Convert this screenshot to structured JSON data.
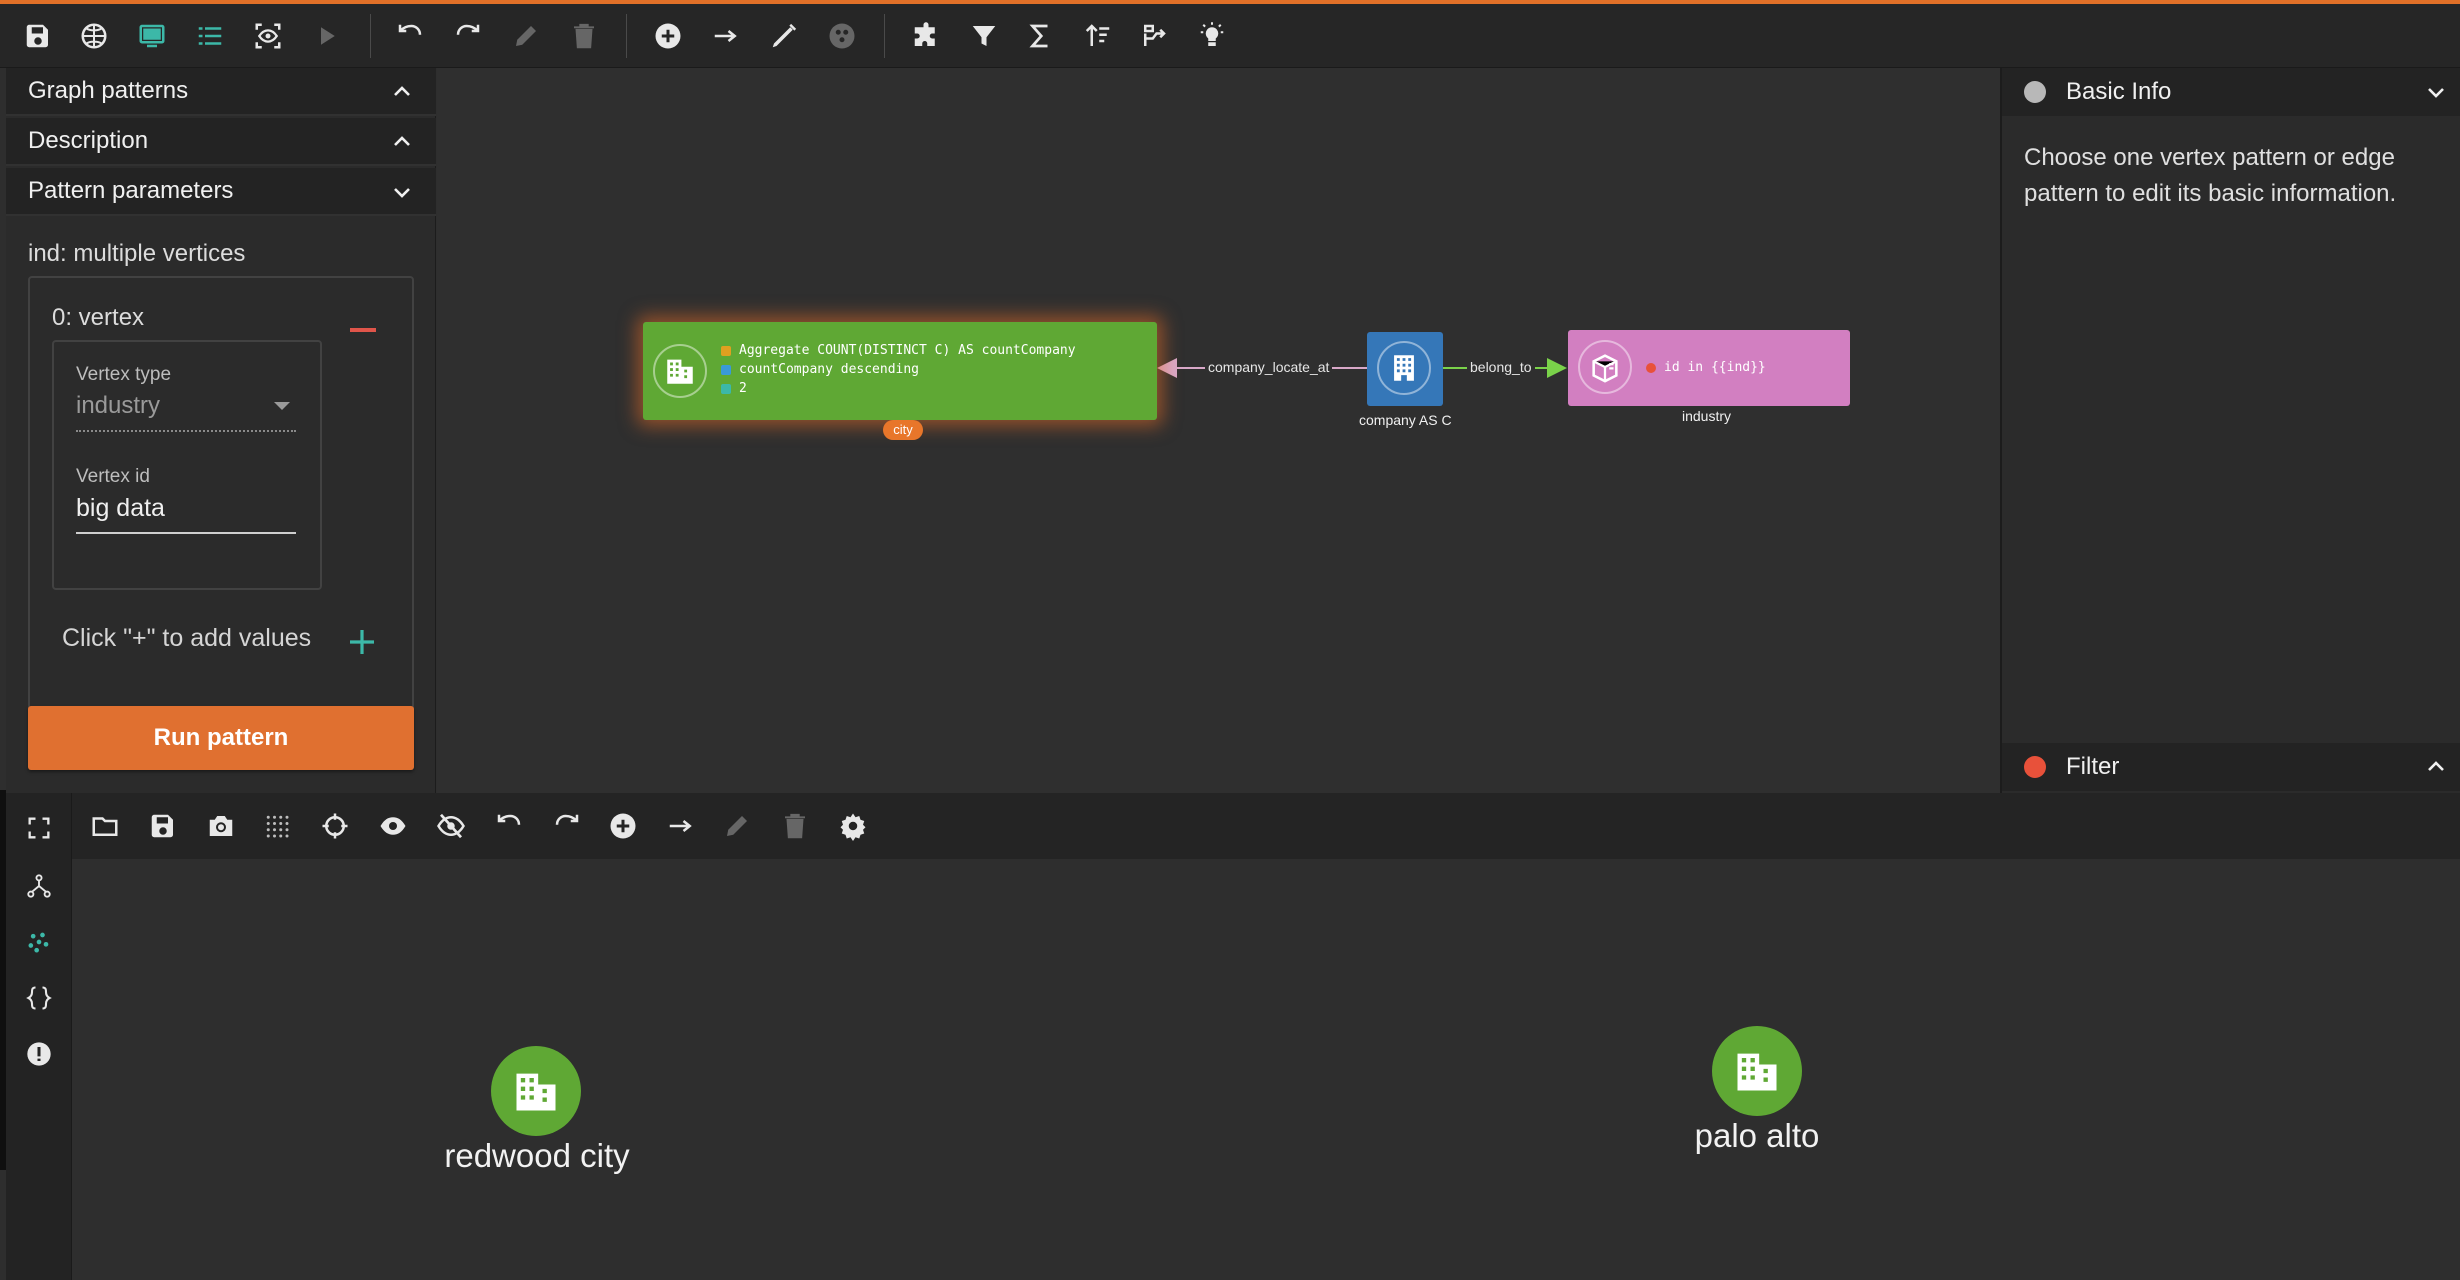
{
  "toolbar": {
    "buttons": [
      "save-icon",
      "globe-icon",
      "monitor-icon",
      "list-icon",
      "eye-scan-icon",
      "play-icon",
      "undo-icon",
      "redo-icon",
      "pencil-icon",
      "trash-icon",
      "add-circle-icon",
      "arrow-right-icon",
      "edit-line-icon",
      "tokens-icon",
      "puzzle-icon",
      "filter-icon",
      "sigma-icon",
      "sort-icon",
      "split-icon",
      "bulb-icon"
    ]
  },
  "left_panel": {
    "sections": {
      "graph_patterns": "Graph patterns",
      "description": "Description",
      "pattern_parameters": "Pattern parameters"
    },
    "param_name": "ind: multiple vertices",
    "vertex_item": "0: vertex",
    "vertex_type_label": "Vertex type",
    "vertex_type_value": "industry",
    "vertex_id_label": "Vertex id",
    "vertex_id_value": "big data",
    "add_hint": "Click \"+\" to add values",
    "run_button": "Run pattern"
  },
  "canvas": {
    "agg_node": {
      "line1": "Aggregate COUNT(DISTINCT C) AS countCompany",
      "line2": "countCompany descending",
      "line3": "2",
      "tag": "city",
      "color": "#5fa834"
    },
    "edge1_label": "company_locate_at",
    "company_node": {
      "caption": "company AS C",
      "color": "#3577b8"
    },
    "edge2_label": "belong_to",
    "industry_node": {
      "condition": "id in {{ind}}",
      "caption": "industry",
      "color": "#d27fc1"
    }
  },
  "right_panel": {
    "basic_info": {
      "title": "Basic Info",
      "text": "Choose one vertex pattern or edge pattern to edit its basic information."
    },
    "filter": {
      "title": "Filter"
    }
  },
  "bottom_toolbar": {
    "buttons": [
      "folder-icon",
      "save-icon",
      "camera-icon",
      "grid-icon",
      "crosshair-icon",
      "eye-icon",
      "eye-off-icon",
      "undo-icon",
      "redo-icon",
      "add-circle-icon",
      "arrow-right-icon",
      "pencil-icon",
      "trash-icon",
      "gear-icon"
    ]
  },
  "bottom_sidebar": {
    "buttons": [
      "fullscreen-icon",
      "graph-icon",
      "scatter-icon",
      "braces-icon",
      "info-icon"
    ]
  },
  "result_graph": {
    "nodes": [
      {
        "label": "redwood city"
      },
      {
        "label": "palo alto"
      }
    ]
  },
  "colors": {
    "accent": "#e07030",
    "vertex_green": "#5fa834",
    "filter_dot": "#e8513a"
  }
}
